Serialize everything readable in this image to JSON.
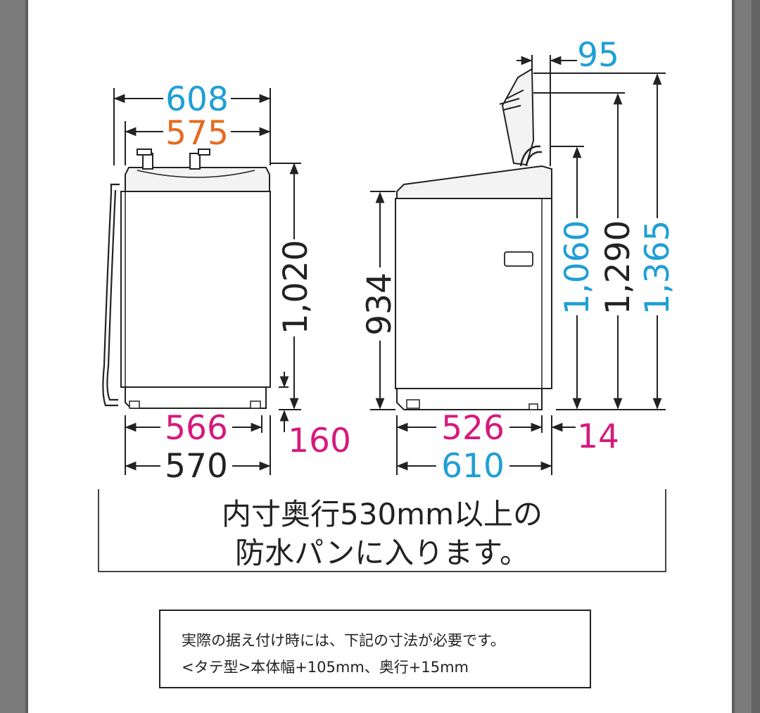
{
  "front_view": {
    "width_outer": "608",
    "width_body": "575",
    "height_body": "1,020",
    "base_width": "566",
    "overall_width": "570",
    "foot_height": "160"
  },
  "side_view": {
    "lid_offset": "95",
    "body_height": "934",
    "height_lid_closed": "1,060",
    "height_mid": "1,290",
    "height_lid_open": "1,365",
    "base_depth": "526",
    "rear_offset": "14",
    "overall_depth": "610"
  },
  "notice": {
    "line1": "内寸奥行530mm以上の",
    "line2": "防水パンに入ります。"
  },
  "note_box": {
    "line1": "実際の据え付け時には、下記の寸法が必要です。",
    "line2": "<タテ型>本体幅+105mm、奥行+15mm"
  },
  "colors": {
    "cyan": "#1e9fd6",
    "orange": "#e66a1c",
    "magenta": "#d6197d",
    "line": "#222222"
  }
}
